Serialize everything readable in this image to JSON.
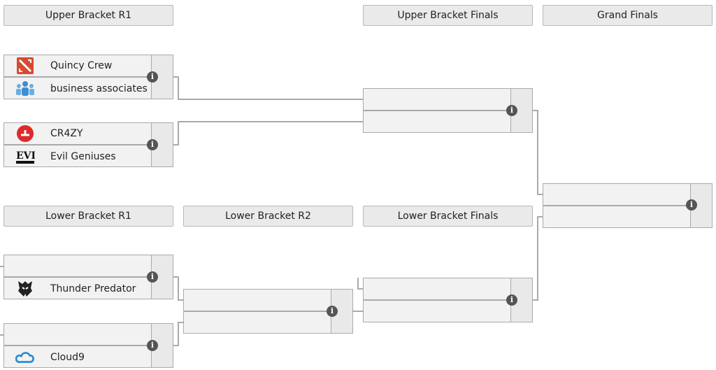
{
  "headers": {
    "upper_r1": "Upper Bracket R1",
    "upper_finals": "Upper Bracket Finals",
    "grand_finals": "Grand Finals",
    "lower_r1": "Lower Bracket R1",
    "lower_r2": "Lower Bracket R2",
    "lower_finals": "Lower Bracket Finals"
  },
  "matches": {
    "ub_r1_m1": {
      "team1": "Quincy Crew",
      "team2": "business associates"
    },
    "ub_r1_m2": {
      "team1": "CR4ZY",
      "team2": "Evil Geniuses"
    },
    "lb_r1_m1": {
      "team1": "",
      "team2": "Thunder Predator"
    },
    "lb_r1_m2": {
      "team1": "",
      "team2": "Cloud9"
    },
    "ub_final": {
      "team1": "",
      "team2": ""
    },
    "lb_r2": {
      "team1": "",
      "team2": ""
    },
    "lb_final": {
      "team1": "",
      "team2": ""
    },
    "grand_final": {
      "team1": "",
      "team2": ""
    }
  },
  "icons": {
    "info": "info-icon",
    "info_glyph": "i"
  },
  "colors": {
    "header_bg": "#eaeaea",
    "match_bg": "#f2f2f2",
    "line": "#aaaaaa",
    "info_bg": "#555555",
    "quincy": "#d84a2f",
    "business": "#3d8fd1",
    "cr4zy": "#e02a2a",
    "cloud9": "#2a8fd1"
  }
}
